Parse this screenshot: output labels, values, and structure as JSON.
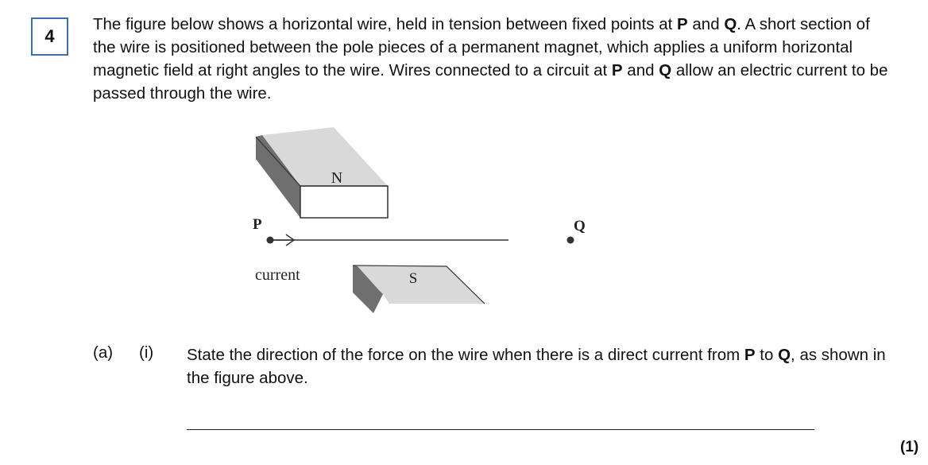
{
  "question_number": "4",
  "intro": [
    {
      "t": "The figure below shows a horizontal wire, held in tension between fixed points at "
    },
    {
      "t": "P",
      "b": true
    },
    {
      "t": " and "
    },
    {
      "t": "Q",
      "b": true
    },
    {
      "t": ". A short section of the wire is positioned between the pole pieces of a permanent magnet, which applies a uniform horizontal magnetic field at right angles to the wire. Wires connected to a circuit at "
    },
    {
      "t": "P",
      "b": true
    },
    {
      "t": " and "
    },
    {
      "t": "Q",
      "b": true
    },
    {
      "t": " allow an electric current to be passed through the wire."
    }
  ],
  "figure": {
    "label_n": "N",
    "label_s": "S",
    "label_p": "P",
    "label_q": "Q",
    "label_current": "current"
  },
  "part_a": "(a)",
  "part_i": "(i)",
  "question": [
    {
      "t": "State the direction of the force on the wire when there is a direct current from "
    },
    {
      "t": "P",
      "b": true
    },
    {
      "t": " to "
    },
    {
      "t": "Q",
      "b": true
    },
    {
      "t": ", as shown in the figure above."
    }
  ],
  "marks": "(1)"
}
